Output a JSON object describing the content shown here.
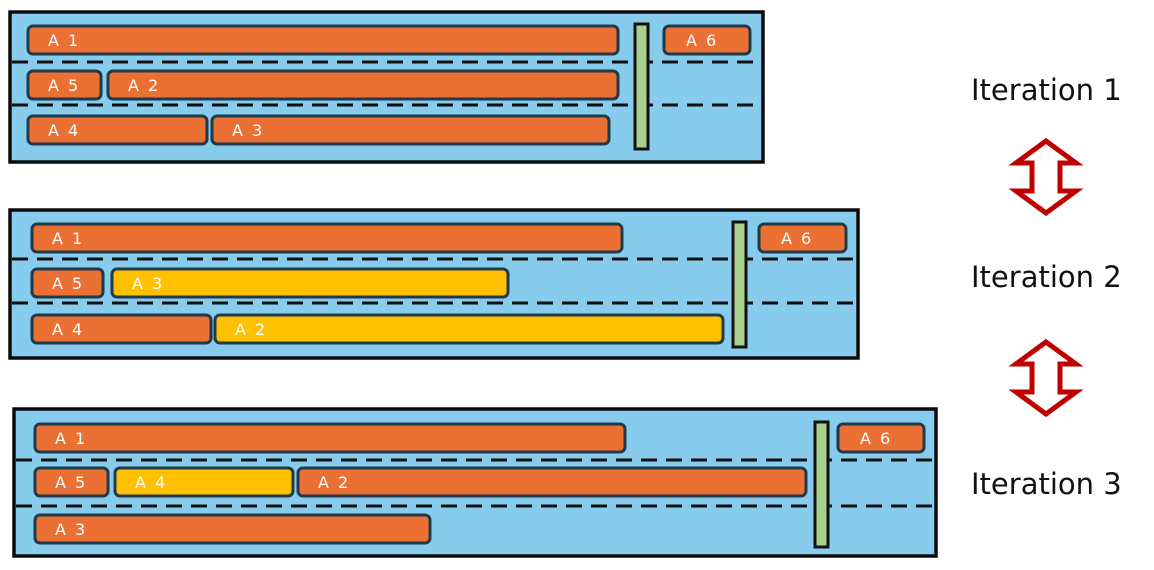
{
  "colors": {
    "panel_fill": "#87CCEC",
    "panel_border": "#0B0B0B",
    "bar_orange": "#EB7034",
    "bar_yellow": "#FFC000",
    "bar_border": "#1F3A4A",
    "divider": "#A9D18E",
    "arrow": "#C00000"
  },
  "iterations": [
    {
      "label": "Iteration 1",
      "rows": [
        [
          {
            "label": "A 1",
            "color": "orange"
          }
        ],
        [
          {
            "label": "A 5",
            "color": "orange"
          },
          {
            "label": "A 2",
            "color": "orange"
          }
        ],
        [
          {
            "label": "A 4",
            "color": "orange"
          },
          {
            "label": "A 3",
            "color": "orange"
          }
        ]
      ],
      "overflow": {
        "label": "A 6",
        "color": "orange"
      }
    },
    {
      "label": "Iteration 2",
      "rows": [
        [
          {
            "label": "A 1",
            "color": "orange"
          }
        ],
        [
          {
            "label": "A 5",
            "color": "orange"
          },
          {
            "label": "A 3",
            "color": "yellow"
          }
        ],
        [
          {
            "label": "A 4",
            "color": "orange"
          },
          {
            "label": "A 2",
            "color": "yellow"
          }
        ]
      ],
      "overflow": {
        "label": "A 6",
        "color": "orange"
      }
    },
    {
      "label": "Iteration 3",
      "rows": [
        [
          {
            "label": "A 1",
            "color": "orange"
          }
        ],
        [
          {
            "label": "A 5",
            "color": "orange"
          },
          {
            "label": "A 4",
            "color": "yellow"
          },
          {
            "label": "A 2",
            "color": "orange"
          }
        ],
        [
          {
            "label": "A 3",
            "color": "orange"
          }
        ]
      ],
      "overflow": {
        "label": "A 6",
        "color": "orange"
      }
    }
  ]
}
